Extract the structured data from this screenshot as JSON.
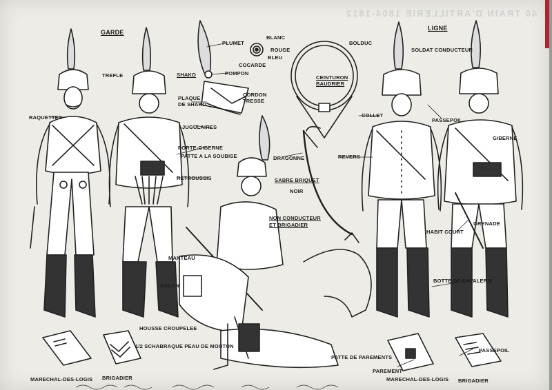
{
  "header": {
    "left": "GARDE",
    "right": "LIGNE"
  },
  "bleed_text": {
    "top_title": "40 TRAIN D'ARTILLERIE 1804-1812"
  },
  "labels": {
    "trefle": "TREFLE",
    "raquettes": "RAQUETTES",
    "plumet": "PLUMET",
    "blanc": "BLANC",
    "rouge": "ROUGE",
    "bleu": "BLEU",
    "cocarde": "COCARDE",
    "pompon": "POMPON",
    "shako": "SHAKO",
    "plaque_de_shako": "PLAQUE\nDE SHAKO",
    "cordon_tresse": "CORDON\nTRESSE",
    "jugulaires": "JUGULAIRES",
    "porte_giberne": "PORTE-GIBERNE",
    "patte_a_la_soubise": "PATTE A LA SOUBISE",
    "retroussis": "RETROUSSIS",
    "bolduc": "BOLDUC",
    "soldat_conducteur": "SOLDAT CONDUCTEUR",
    "ceinturon_baudrier": "CEINTURON\nBAUDRIER",
    "dragonne": "DRAGONNE",
    "sabre_briquet": "SABRE BRIQUET",
    "noir": "NOIR",
    "non_conducteur": "NON CONDUCTEUR\nET BRIGADIER",
    "collet": "COLLET",
    "passepoil_top": "PASSEPOIL",
    "giberne": "GIBERNE",
    "revers": "REVERS",
    "habit_court": "HABIT COURT",
    "grenade": "GRENADE",
    "manteau": "MANTEAU",
    "galon": "GALON",
    "botte_de_cavalerie": "BOTTE DE CAVALERIE",
    "housse_croupelee": "HOUSSE CROUPELEE",
    "schabraque": "1/2 SCHABRAQUE PEAU DE MOUTON",
    "patte_de_parements": "PATTE DE PAREMENTS",
    "parement": "PAREMENT",
    "passepoil_bottom": "PASSEPOIL",
    "marechal_left": "MARECHAL-DES-LOGIS",
    "brigadier_left": "BRIGADIER",
    "marechal_right": "MARECHAL-DES-LOGIS",
    "brigadier_right": "BRIGADIER"
  }
}
